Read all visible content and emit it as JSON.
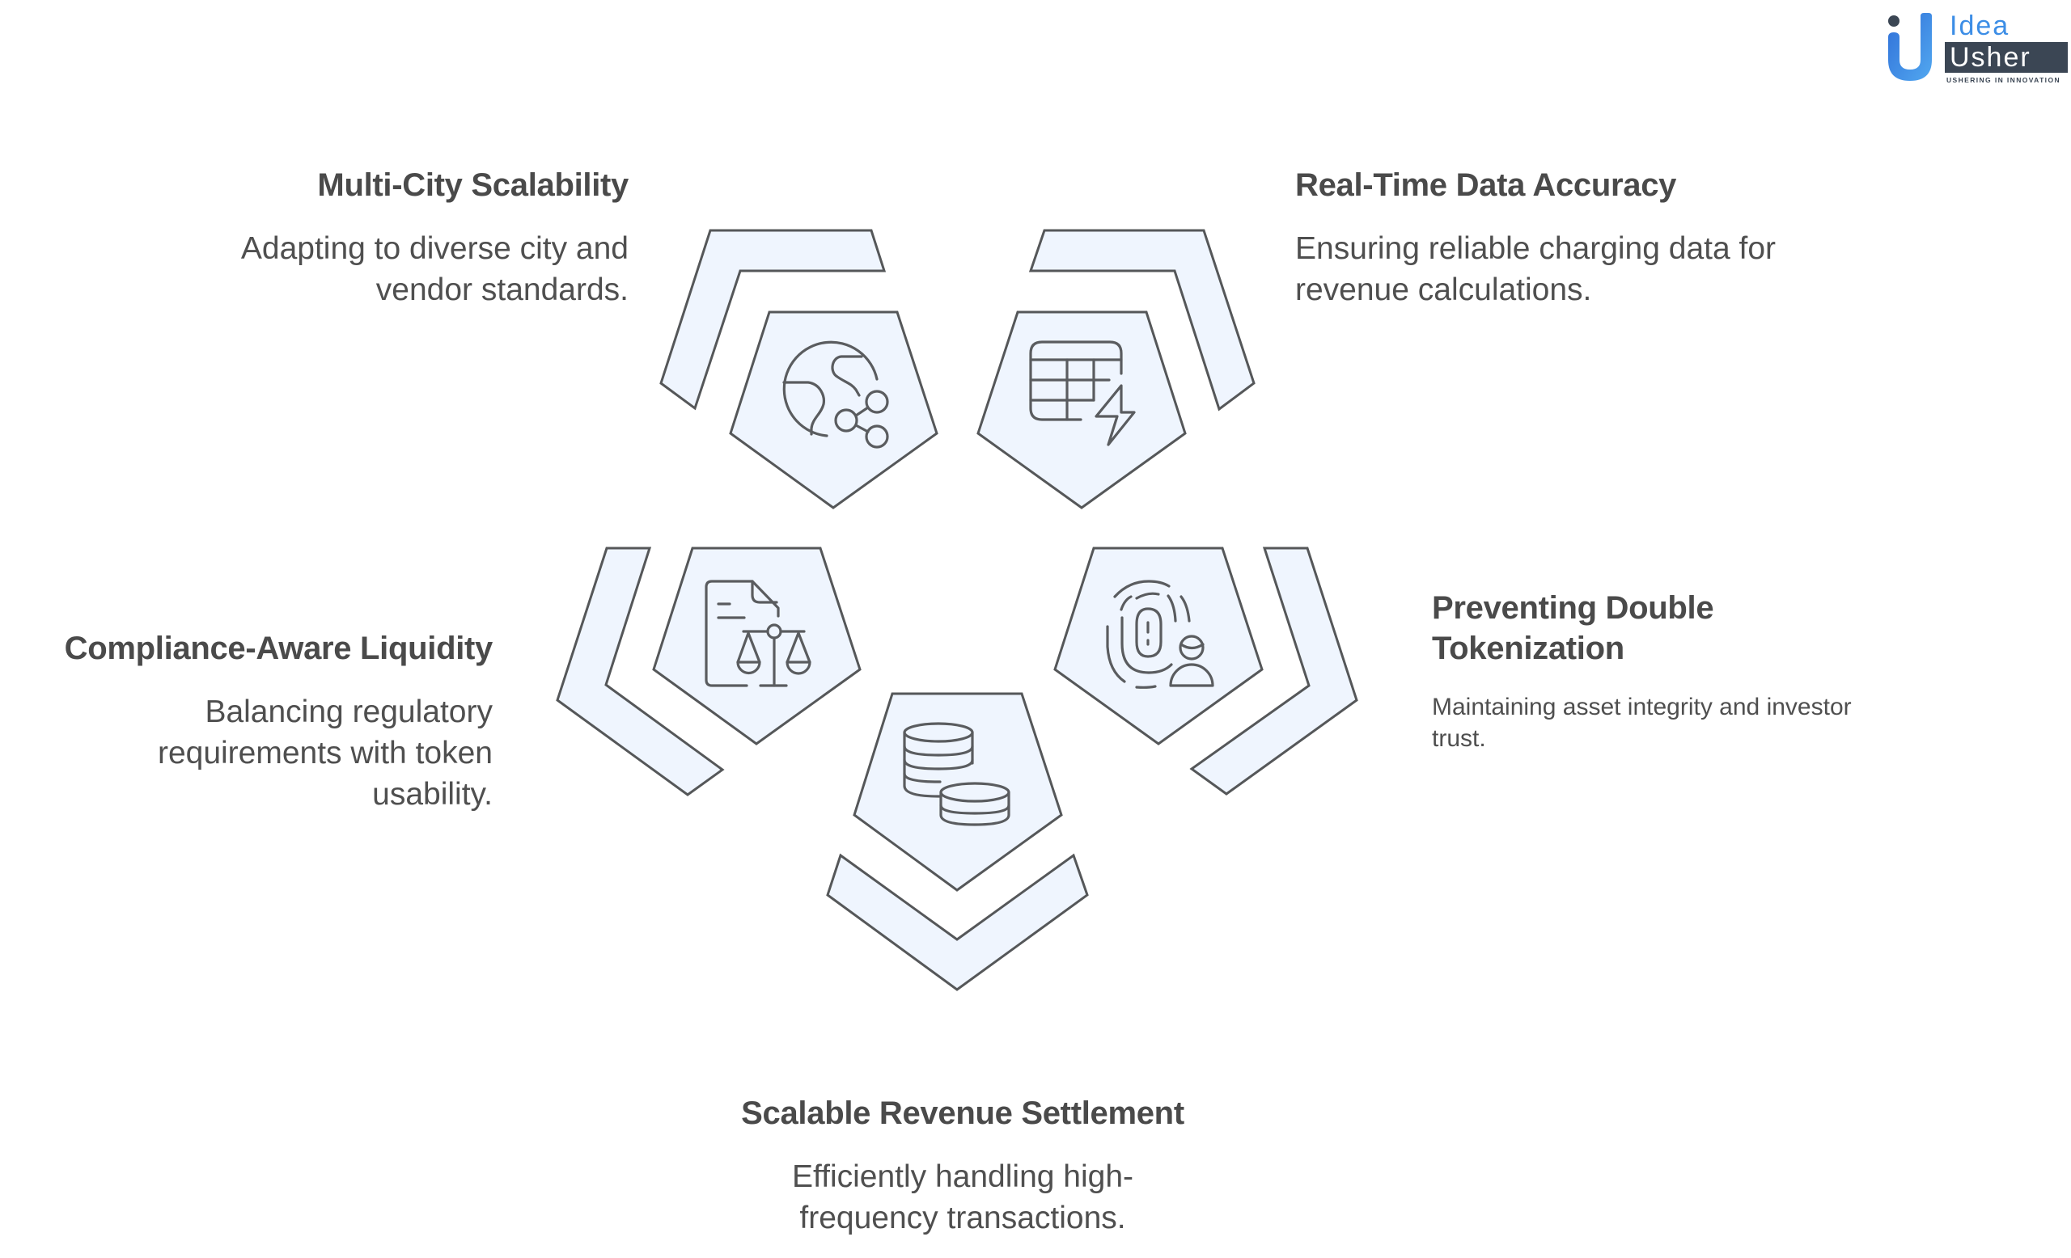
{
  "logo": {
    "word1": "Idea",
    "word2": "Usher",
    "tagline": "USHERING IN INNOVATION",
    "colors": {
      "blue": "#3d8ee6",
      "dark": "#3b4654"
    }
  },
  "theme": {
    "shape_fill": "#eff5fe",
    "shape_stroke": "#555759",
    "text_color": "#4a4a4a"
  },
  "items": [
    {
      "id": "multi-city",
      "title": "Multi-City Scalability",
      "description": "Adapting to diverse city and vendor standards.",
      "icon": "globe-network-icon"
    },
    {
      "id": "real-time",
      "title": "Real-Time Data Accuracy",
      "description": "Ensuring reliable charging data for revenue calculations.",
      "icon": "table-lightning-icon"
    },
    {
      "id": "double-tokenization",
      "title": "Preventing Double Tokenization",
      "description": "Maintaining asset integrity and investor trust.",
      "icon": "fingerprint-user-icon"
    },
    {
      "id": "revenue-settlement",
      "title": "Scalable Revenue Settlement",
      "description": "Efficiently handling high-frequency transactions.",
      "icon": "coin-stack-icon"
    },
    {
      "id": "compliance",
      "title": "Compliance-Aware Liquidity",
      "description": "Balancing regulatory requirements with token usability.",
      "icon": "document-scales-icon"
    }
  ]
}
